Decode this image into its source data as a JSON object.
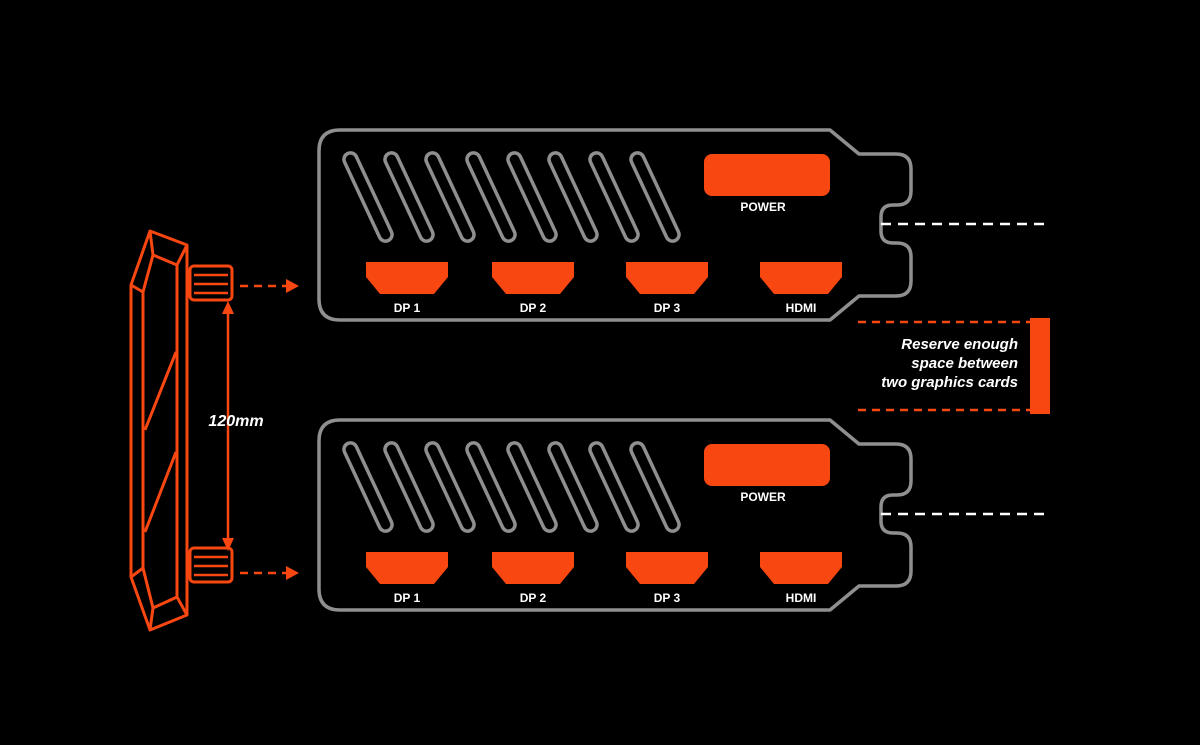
{
  "colors": {
    "background": "#000000",
    "accent": "#F94711",
    "outline": "#8f8f8f",
    "label": "#ffffff"
  },
  "fan": {
    "dimension_label": "120mm"
  },
  "cards": {
    "top": {
      "power_label": "POWER",
      "ports": [
        {
          "label": "DP 1"
        },
        {
          "label": "DP 2"
        },
        {
          "label": "DP 3"
        },
        {
          "label": "HDMI"
        }
      ]
    },
    "bottom": {
      "power_label": "POWER",
      "ports": [
        {
          "label": "DP 1"
        },
        {
          "label": "DP 2"
        },
        {
          "label": "DP 3"
        },
        {
          "label": "HDMI"
        }
      ]
    }
  },
  "annotation": {
    "lines": [
      "Reserve enough",
      "space between",
      "two graphics cards"
    ]
  }
}
